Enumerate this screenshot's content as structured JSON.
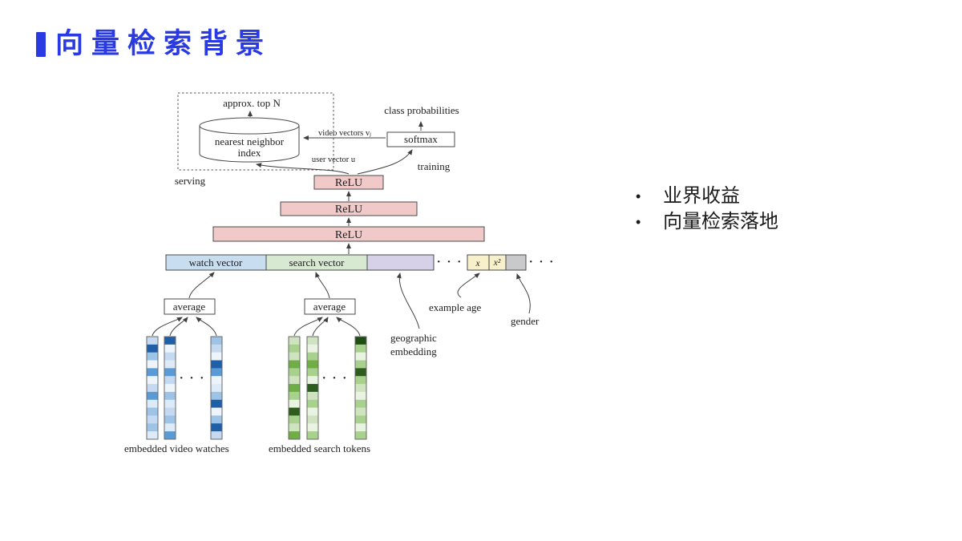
{
  "slide": {
    "title": "向量检索背景",
    "accent_color": "#2a3ae3",
    "bullet_char": "•",
    "bullets": [
      "业界收益",
      "向量检索落地"
    ]
  },
  "diagram": {
    "labels": {
      "approx_top_n": "approx. top N",
      "class_probabilities": "class probabilities",
      "nn_index_line1": "nearest neighbor",
      "nn_index_line2": "index",
      "softmax": "softmax",
      "video_vectors": "video vectors vⱼ",
      "user_vector": "user vector u",
      "serving": "serving",
      "training": "training",
      "relu": "ReLU",
      "watch_vector": "watch vector",
      "search_vector": "search vector",
      "average": "average",
      "example_age": "example age",
      "gender": "gender",
      "geographic_line1": "geographic",
      "geographic_line2": "embedding",
      "feature_x": "x",
      "feature_x2": "x²",
      "embedded_video_watches": "embedded video watches",
      "embedded_search_tokens": "embedded search tokens",
      "ellipsis": "· · ·"
    },
    "colors": {
      "relu_fill": "#f2c9c9",
      "watch_fill": "#c9ddf1",
      "search_fill": "#d8e9d2",
      "geo_fill": "#d6d1e8",
      "age_fill": "#f8f0ca",
      "gender_fill": "#c9c9cc"
    },
    "stripes": {
      "video": [
        [
          "#c5daf1",
          "#1f5fa8",
          "#9dc3e6",
          "#eef4fb",
          "#5b9bd5",
          "#eef4fb",
          "#c5daf1",
          "#5b9bd5",
          "#ddeaf7",
          "#9dc3e6",
          "#c5daf1",
          "#9dc3e6",
          "#ddeaf7"
        ],
        [
          "#1f5fa8",
          "#eef4fb",
          "#c5daf1",
          "#ddeaf7",
          "#5b9bd5",
          "#c5daf1",
          "#eef4fb",
          "#9dc3e6",
          "#ddeaf7",
          "#c5daf1",
          "#9dc3e6",
          "#ddeaf7",
          "#5b9bd5"
        ],
        [
          "#9dc3e6",
          "#c5daf1",
          "#eef4fb",
          "#1f5fa8",
          "#5b9bd5",
          "#eef4fb",
          "#ddeaf7",
          "#9dc3e6",
          "#1f5fa8",
          "#eef4fb",
          "#9dc3e6",
          "#1f5fa8",
          "#c5daf1"
        ]
      ],
      "search": [
        [
          "#cfe3c0",
          "#a9d18e",
          "#cfe3c0",
          "#70ad47",
          "#a9d18e",
          "#cfe3c0",
          "#70ad47",
          "#a9d18e",
          "#e9f3e1",
          "#2e5b1e",
          "#a9d18e",
          "#cfe3c0",
          "#70ad47"
        ],
        [
          "#cfe3c0",
          "#e9f3e1",
          "#a9d18e",
          "#70ad47",
          "#a9d18e",
          "#e9f3e1",
          "#2e5b1e",
          "#cfe3c0",
          "#a9d18e",
          "#e9f3e1",
          "#cfe3c0",
          "#e9f3e1",
          "#a9d18e"
        ],
        [
          "#1e4d12",
          "#a9d18e",
          "#e9f3e1",
          "#a9d18e",
          "#2e5b1e",
          "#a9d18e",
          "#cfe3c0",
          "#e9f3e1",
          "#a9d18e",
          "#cfe3c0",
          "#a9d18e",
          "#e9f3e1",
          "#a9d18e"
        ]
      ]
    }
  }
}
